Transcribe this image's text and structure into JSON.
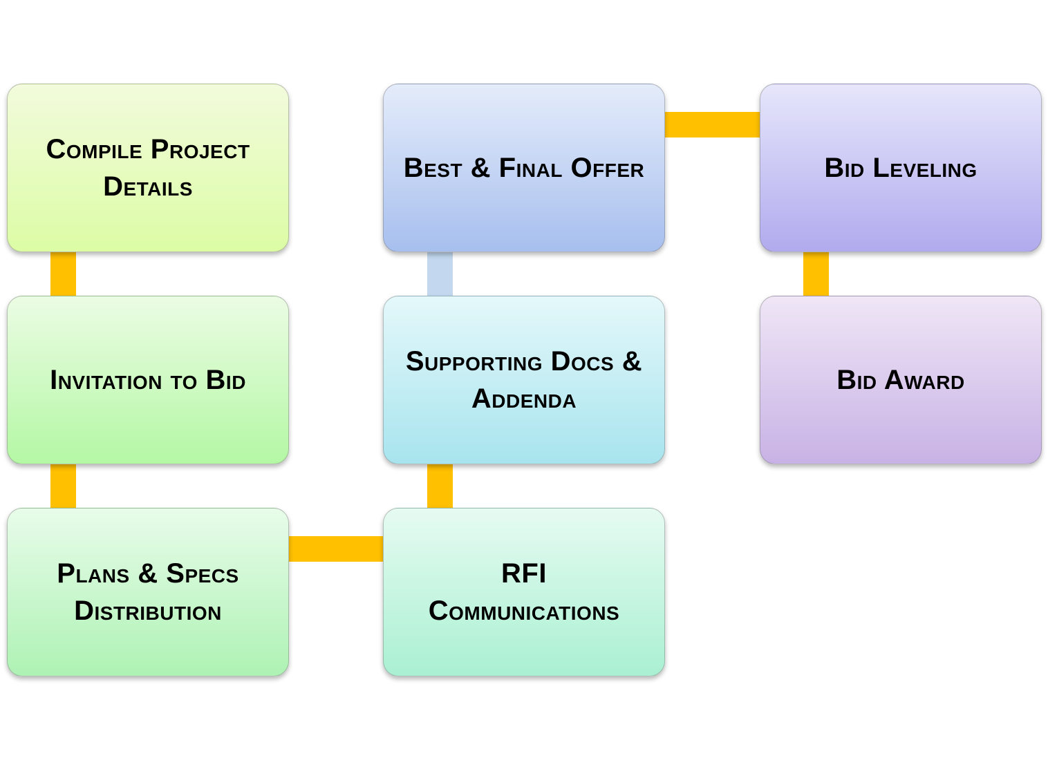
{
  "steps": [
    {
      "id": "b1",
      "label": "Compile Project Details",
      "color_top": "#f2fbdc",
      "color_bottom": "#dcfca5"
    },
    {
      "id": "b2",
      "label": "Invitation to Bid",
      "color_top": "#ebfce4",
      "color_bottom": "#b4f8a4"
    },
    {
      "id": "b3",
      "label": "Plans & Specs Distribution",
      "color_top": "#e8fcea",
      "color_bottom": "#aef2b4"
    },
    {
      "id": "b4",
      "label": "RFI Communications",
      "color_top": "#e6fbf2",
      "color_bottom": "#aaf0d2"
    },
    {
      "id": "b5",
      "label": "Supporting Docs & Addenda",
      "color_top": "#e4f8fa",
      "color_bottom": "#a8e4ee"
    },
    {
      "id": "b6",
      "label": "Best & Final Offer",
      "color_top": "#e4ecfa",
      "color_bottom": "#a7bfee"
    },
    {
      "id": "b7",
      "label": "Bid Leveling",
      "color_top": "#e6e6fb",
      "color_bottom": "#b1abee"
    },
    {
      "id": "b8",
      "label": "Bid Award",
      "color_top": "#efe6f6",
      "color_bottom": "#c8b2e5"
    }
  ],
  "connectors": [
    {
      "id": "c1",
      "from": "Compile Project Details",
      "to": "Invitation to Bid",
      "color": "#ffc000"
    },
    {
      "id": "c2",
      "from": "Invitation to Bid",
      "to": "Plans & Specs Distribution",
      "color": "#ffc000"
    },
    {
      "id": "c3",
      "from": "Plans & Specs Distribution",
      "to": "RFI Communications",
      "color": "#ffc000"
    },
    {
      "id": "c4",
      "from": "RFI Communications",
      "to": "Supporting Docs & Addenda",
      "color": "#ffc000"
    },
    {
      "id": "c5",
      "from": "Supporting Docs & Addenda",
      "to": "Best & Final Offer",
      "color": "#c3d8ef"
    },
    {
      "id": "c6",
      "from": "Best & Final Offer",
      "to": "Bid Leveling",
      "color": "#ffc000"
    },
    {
      "id": "c7",
      "from": "Bid Leveling",
      "to": "Bid Award",
      "color": "#ffc000"
    }
  ]
}
